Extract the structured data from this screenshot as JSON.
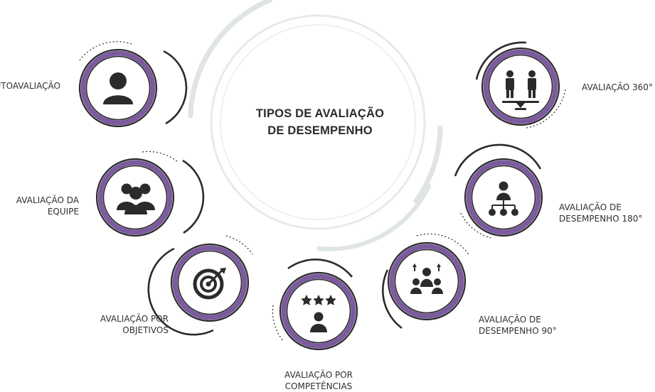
{
  "title": {
    "line1": "TIPOS DE AVALIAÇÃO",
    "line2": "DE DESEMPENHO"
  },
  "colors": {
    "accent": "#7b5b9e",
    "dark": "#2b2b2b",
    "background_arc": "#dfe5e3"
  },
  "items": [
    {
      "lines": [
        "AUTOAVALIAÇÃO"
      ],
      "icon": "person-icon"
    },
    {
      "lines": [
        "AVALIAÇÃO DA",
        "EQUIPE"
      ],
      "icon": "team-icon"
    },
    {
      "lines": [
        "AVALIAÇÃO POR",
        "OBJETIVOS"
      ],
      "icon": "target-icon"
    },
    {
      "lines": [
        "AVALIAÇÃO POR",
        "COMPETÊNCIAS"
      ],
      "icon": "star-rating-icon"
    },
    {
      "lines": [
        "AVALIAÇÃO DE",
        "DESEMPENHO 90°"
      ],
      "icon": "manager-icon"
    },
    {
      "lines": [
        "AVALIAÇÃO DE",
        "DESEMPENHO 180°"
      ],
      "icon": "hierarchy-icon"
    },
    {
      "lines": [
        "AVALIAÇÃO 360°"
      ],
      "icon": "balance-people-icon"
    }
  ]
}
